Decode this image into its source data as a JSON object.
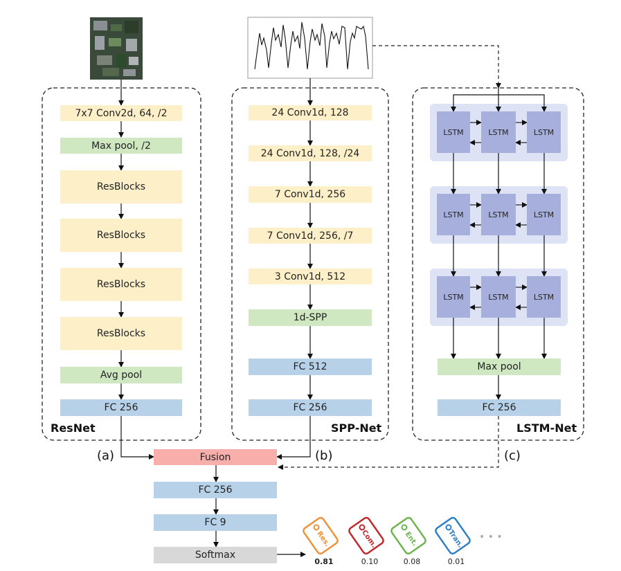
{
  "panels": {
    "resnet": "ResNet",
    "sppnet": "SPP-Net",
    "lstmnet": "LSTM-Net"
  },
  "resnet_layers": [
    "7x7 Conv2d, 64, /2",
    "Max pool, /2",
    "ResBlocks",
    "ResBlocks",
    "ResBlocks",
    "ResBlocks",
    "Avg pool",
    "FC 256"
  ],
  "sppnet_layers": [
    "24 Conv1d, 128",
    "24 Conv1d, 128, /24",
    "7 Conv1d, 256",
    "7 Conv1d, 256, /7",
    "3 Conv1d, 512",
    "1d-SPP",
    "FC 512",
    "FC 256"
  ],
  "lstm": {
    "cell_label": "LSTM",
    "maxpool": "Max pool",
    "fc": "FC 256"
  },
  "branch_labels": {
    "a": "(a)",
    "b": "(b)",
    "c": "(c)"
  },
  "head_layers": [
    "Fusion",
    "FC 256",
    "FC 9",
    "Softmax"
  ],
  "tags": [
    {
      "label": "Res.",
      "score": "0.81",
      "color": "#f0913a",
      "bold": true
    },
    {
      "label": "Com.",
      "score": "0.10",
      "color": "#c0282d",
      "bold": false
    },
    {
      "label": "Ent.",
      "score": "0.08",
      "color": "#6db34e",
      "bold": false
    },
    {
      "label": "Tran.",
      "score": "0.01",
      "color": "#2f7fc4",
      "bold": false
    }
  ],
  "more_indicator": "• • •",
  "colors": {
    "conv": "#fdf0c8",
    "pool": "#cfe8c2",
    "fc": "#b7d2e8",
    "fusion": "#f8aeaa",
    "softmax": "#d8d8d8",
    "lstm_cell": "#a7b0dc",
    "lstm_band": "#dde2f4"
  }
}
